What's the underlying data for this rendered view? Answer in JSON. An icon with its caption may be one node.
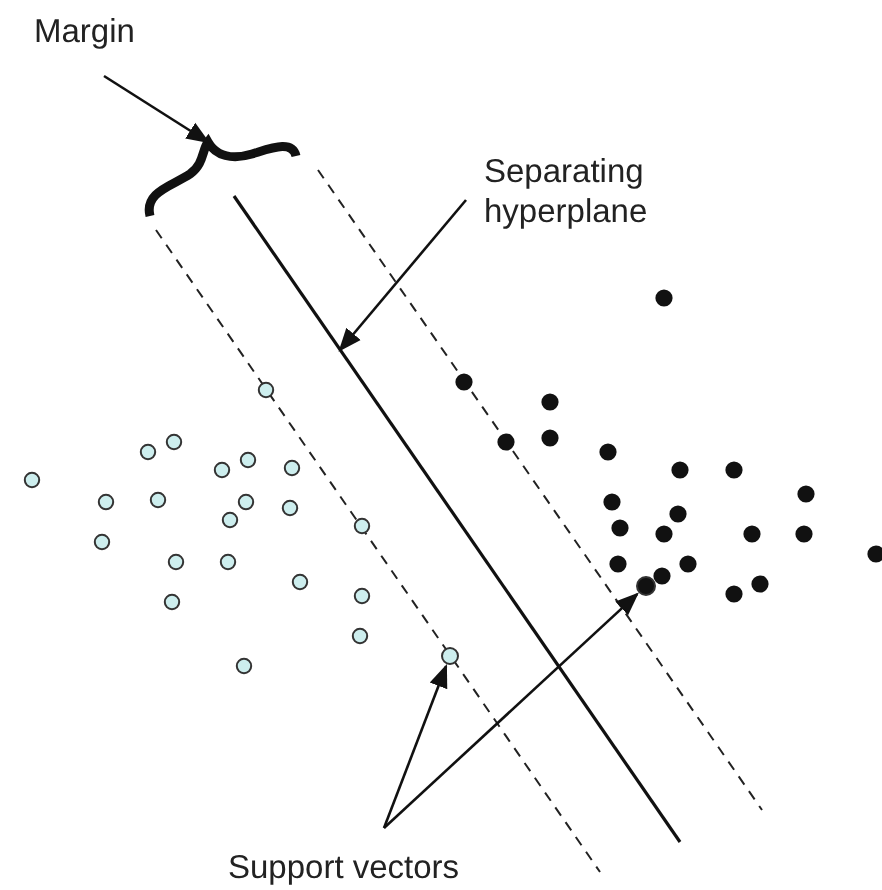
{
  "diagram": {
    "nodes": [
      {
        "text": [
          "Margin"
        ]
      },
      {
        "text": [],
        "shape": "brace"
      },
      {
        "text": [
          "Separating hyperplane"
        ]
      },
      {
        "text": [
          "Support vectors"
        ]
      },
      {
        "text": [],
        "shape": "circle"
      },
      {
        "text": [],
        "shape": "circle"
      }
    ],
    "edges": [
      {
        "from": 0,
        "to": 1,
        "arrow": "to"
      },
      {
        "from": 2,
        "to": null,
        "arrow": "to"
      },
      {
        "from": 3,
        "to": 4,
        "arrow": "to"
      },
      {
        "from": 3,
        "to": 5,
        "arrow": "to"
      }
    ]
  }
}
